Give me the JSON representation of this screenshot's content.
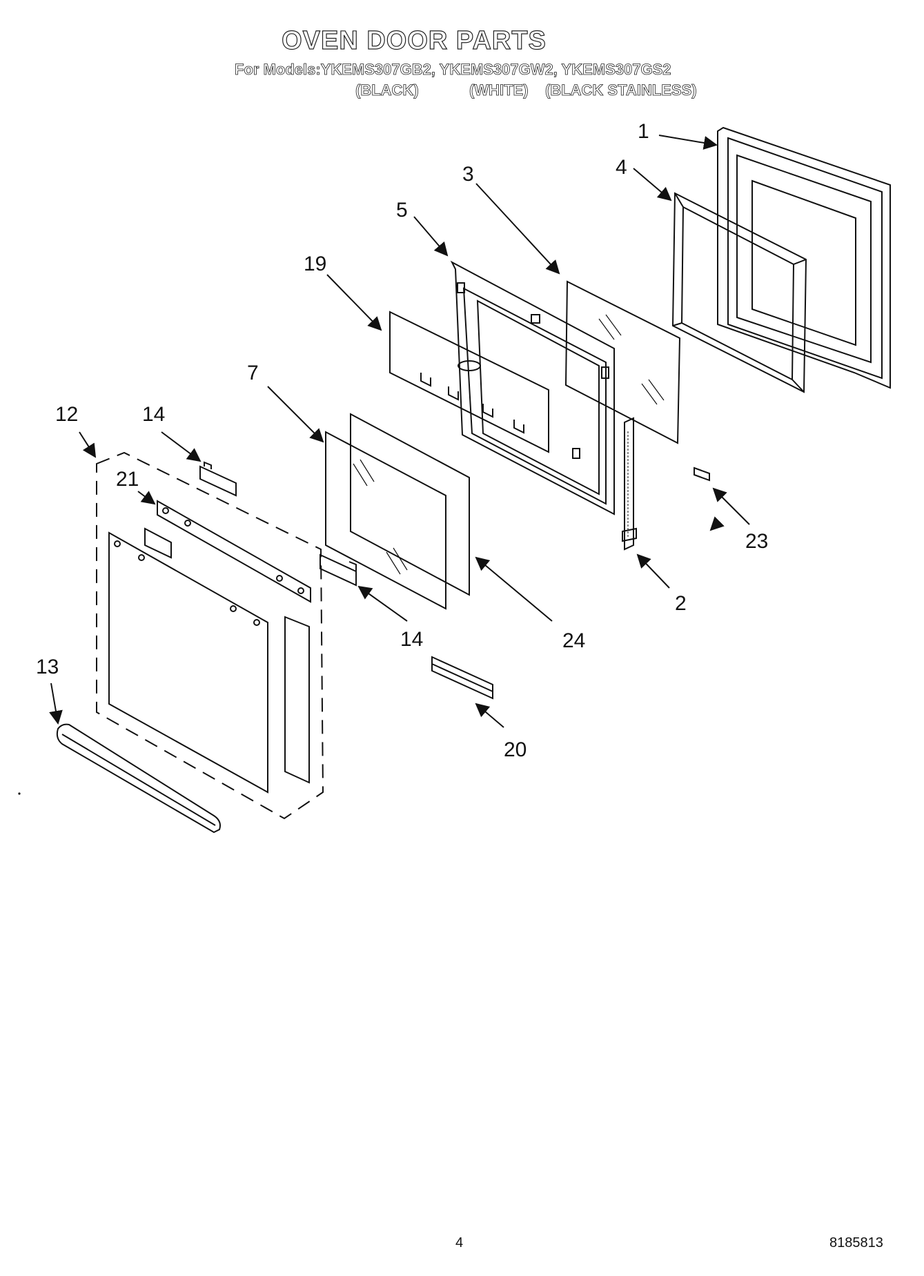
{
  "title": "OVEN DOOR PARTS",
  "models_line": "For Models:YKEMS307GB2, YKEMS307GW2, YKEMS307GS2",
  "colors": [
    "(BLACK)",
    "(WHITE)",
    "(BLACK STAINLESS)"
  ],
  "callouts": {
    "c1": "1",
    "c2": "2",
    "c3": "3",
    "c4": "4",
    "c5": "5",
    "c7": "7",
    "c12": "12",
    "c13": "13",
    "c14a": "14",
    "c14b": "14",
    "c19": "19",
    "c20": "20",
    "c21": "21",
    "c23": "23",
    "c24": "24"
  },
  "footer": {
    "page_number": "4",
    "document_number": "8185813"
  }
}
